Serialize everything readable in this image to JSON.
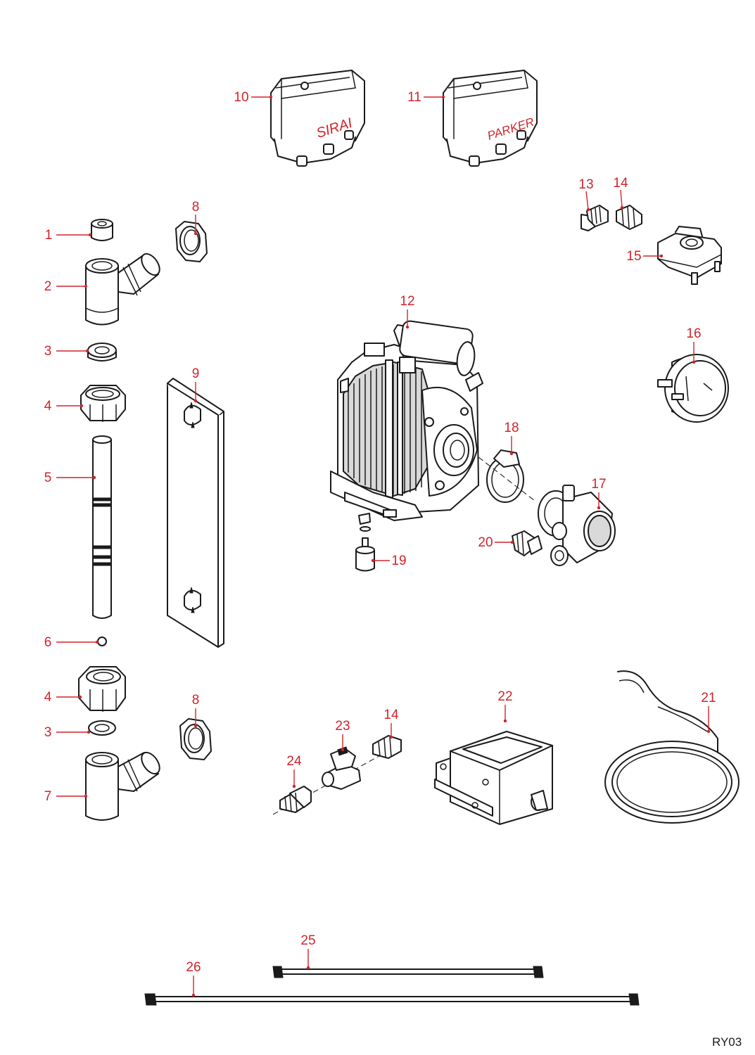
{
  "sheet_code": "RY03",
  "accent_color": "#d2232a",
  "brand_labels": {
    "part10": "SIRAI",
    "part11": "PARKER"
  },
  "callouts": [
    {
      "id": "c10",
      "label": "10"
    },
    {
      "id": "c11",
      "label": "11"
    },
    {
      "id": "c13",
      "label": "13"
    },
    {
      "id": "c14a",
      "label": "14"
    },
    {
      "id": "c15",
      "label": "15"
    },
    {
      "id": "c1",
      "label": "1"
    },
    {
      "id": "c8a",
      "label": "8"
    },
    {
      "id": "c2",
      "label": "2"
    },
    {
      "id": "c12",
      "label": "12"
    },
    {
      "id": "c16",
      "label": "16"
    },
    {
      "id": "c3a",
      "label": "3"
    },
    {
      "id": "c9",
      "label": "9"
    },
    {
      "id": "c4a",
      "label": "4"
    },
    {
      "id": "c18",
      "label": "18"
    },
    {
      "id": "c5",
      "label": "5"
    },
    {
      "id": "c17",
      "label": "17"
    },
    {
      "id": "c20",
      "label": "20"
    },
    {
      "id": "c19",
      "label": "19"
    },
    {
      "id": "c6",
      "label": "6"
    },
    {
      "id": "c4b",
      "label": "4"
    },
    {
      "id": "c8b",
      "label": "8"
    },
    {
      "id": "c22",
      "label": "22"
    },
    {
      "id": "c21",
      "label": "21"
    },
    {
      "id": "c14b",
      "label": "14"
    },
    {
      "id": "c23",
      "label": "23"
    },
    {
      "id": "c3b",
      "label": "3"
    },
    {
      "id": "c24",
      "label": "24"
    },
    {
      "id": "c7",
      "label": "7"
    },
    {
      "id": "c25",
      "label": "25"
    },
    {
      "id": "c26",
      "label": "26"
    }
  ]
}
